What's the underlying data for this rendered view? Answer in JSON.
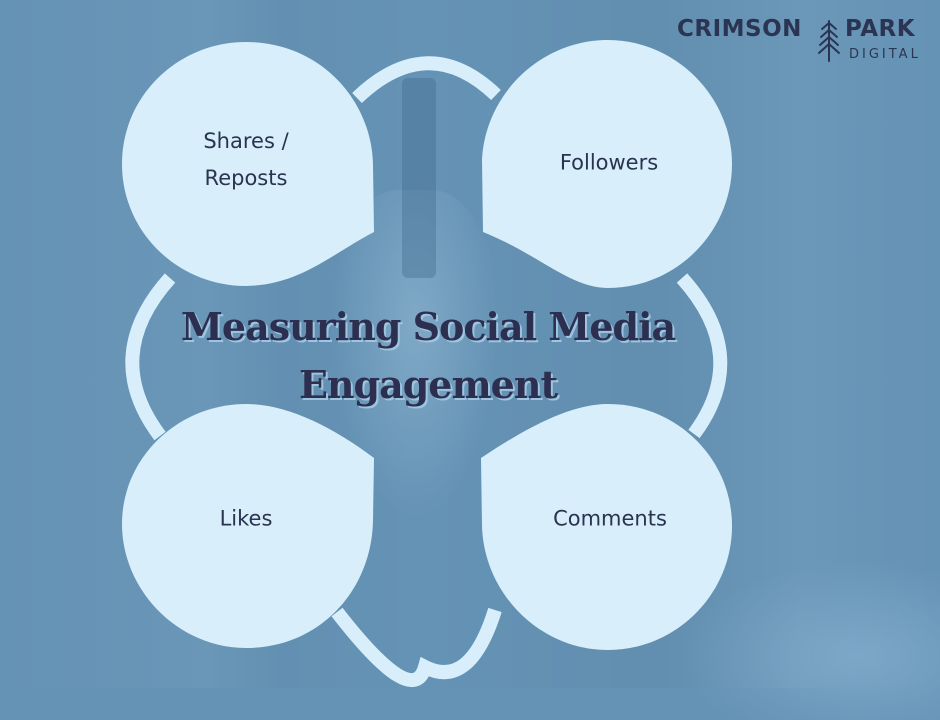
{
  "title": {
    "line1": "Measuring Social Media",
    "line2": "Engagement"
  },
  "logo": {
    "word1": "CRIMSON",
    "word2": "PARK",
    "subtitle": "DIGITAL",
    "icon": "pine-tree-icon"
  },
  "nodes": [
    {
      "id": "shares",
      "line1": "Shares /",
      "line2": "Reposts"
    },
    {
      "id": "followers",
      "label": "Followers"
    },
    {
      "id": "likes",
      "label": "Likes"
    },
    {
      "id": "comments",
      "label": "Comments"
    }
  ],
  "colors": {
    "background": "#6593b5",
    "node_fill": "#d8effb",
    "text_dark": "#2a3350",
    "title_shadow": "#9ec5e0"
  }
}
